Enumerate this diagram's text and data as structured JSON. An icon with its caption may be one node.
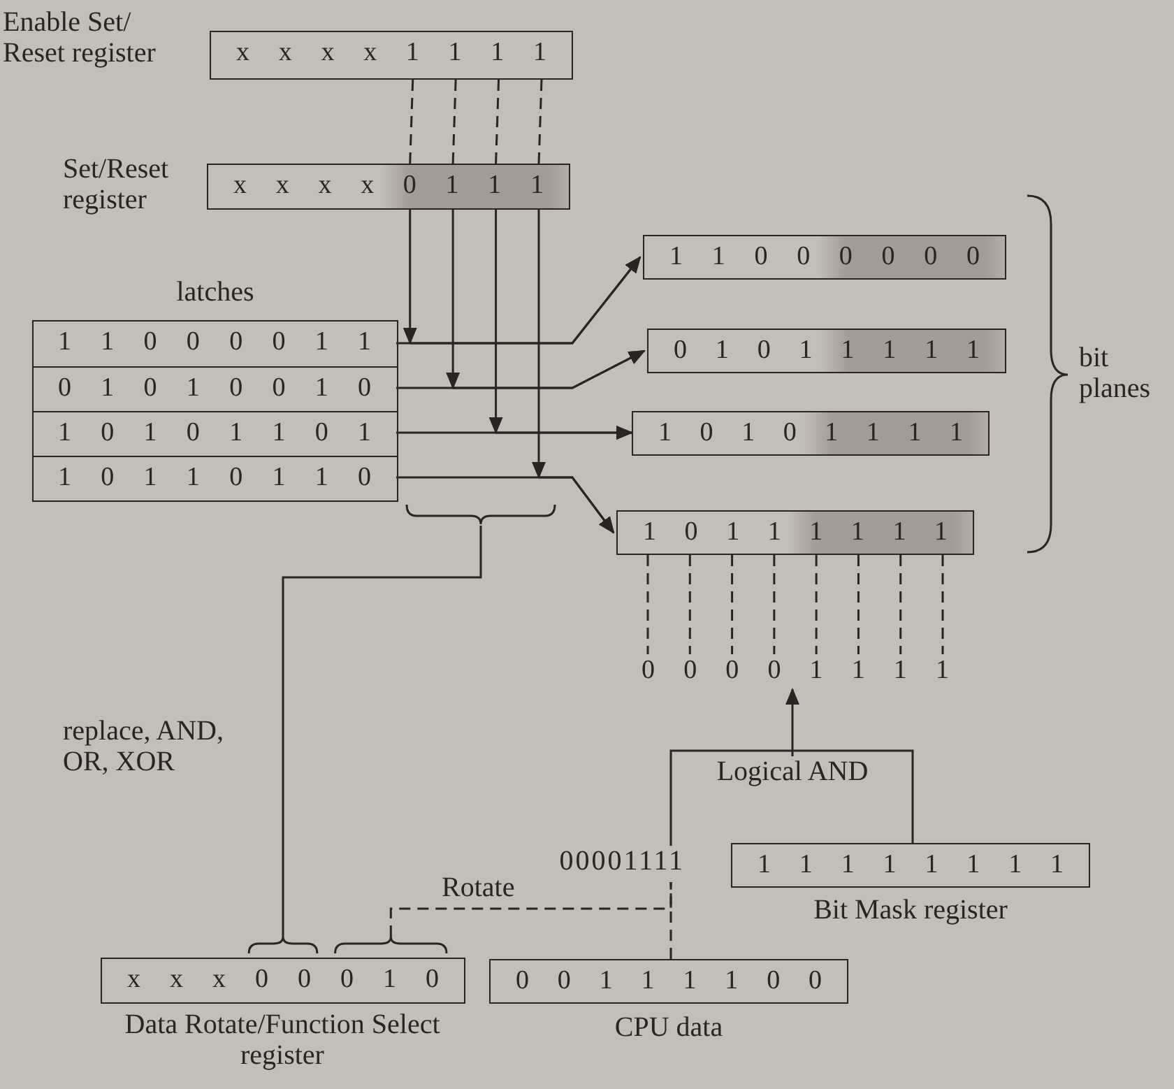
{
  "diagram": {
    "nodes": [
      {
        "text": [
          "Enable Set/ Reset register",
          "x x x x 1 1 1 1"
        ]
      },
      {
        "text": [
          "Set/Reset register",
          "x x x x 0 1 1 1"
        ]
      },
      {
        "text": [
          "latches"
        ]
      },
      {
        "text": [
          "1 1 0 0 0 0 1 1"
        ],
        "in": 2
      },
      {
        "text": [
          "0 1 0 1 0 0 1 0"
        ],
        "in": 2
      },
      {
        "text": [
          "1 0 1 0 1 1 0 1"
        ],
        "in": 2
      },
      {
        "text": [
          "1 0 1 1 0 1 1 0"
        ],
        "in": 2
      },
      {
        "text": [
          "1 1 0 0 0 0 0 0"
        ]
      },
      {
        "text": [
          "0 1 0 1 1 1 1 1"
        ]
      },
      {
        "text": [
          "1 0 1 0 1 1 1 1"
        ]
      },
      {
        "text": [
          "1 0 1 1 1 1 1 1"
        ]
      },
      {
        "text": [
          "0 0 0 0 1 1 1 1"
        ]
      },
      {
        "text": [
          "Logical AND"
        ]
      },
      {
        "text": [
          "00001111"
        ]
      },
      {
        "text": [
          "1 1 1 1 1 1 1 1",
          "Bit Mask register"
        ]
      },
      {
        "text": [
          "x x x 0 0 0 1 0",
          "Data Rotate/Function Select register"
        ]
      },
      {
        "text": [
          "0 0 1 1 1 1 0 0",
          "CPU data"
        ]
      },
      {
        "text": [],
        "shape": "brace"
      }
    ],
    "edges": [
      {
        "from": 0,
        "to": 1,
        "arrow": "none",
        "style": "dashed"
      },
      {
        "from": 0,
        "to": 1,
        "arrow": "none",
        "style": "dashed"
      },
      {
        "from": 0,
        "to": 1,
        "arrow": "none",
        "style": "dashed"
      },
      {
        "from": 0,
        "to": 1,
        "arrow": "none",
        "style": "dashed"
      },
      {
        "from": 3,
        "to": 7,
        "arrow": "to"
      },
      {
        "from": 4,
        "to": 8,
        "arrow": "to"
      },
      {
        "from": 5,
        "to": 9,
        "arrow": "to"
      },
      {
        "from": 6,
        "to": 10,
        "arrow": "to"
      },
      {
        "from": 1,
        "to": 7,
        "arrow": "to"
      },
      {
        "from": 1,
        "to": 8,
        "arrow": "to"
      },
      {
        "from": 1,
        "to": 9,
        "arrow": "to"
      },
      {
        "from": 1,
        "to": 10,
        "arrow": "to"
      },
      {
        "from": 15,
        "to": 17,
        "arrow": "none",
        "label": "replace, AND, OR, XOR"
      },
      {
        "from": 15,
        "to": 13,
        "arrow": "none",
        "style": "dashed",
        "label": "Rotate"
      },
      {
        "from": 16,
        "to": 13,
        "arrow": "none",
        "style": "dashed"
      },
      {
        "from": 13,
        "to": 12,
        "arrow": "none"
      },
      {
        "from": 14,
        "to": 12,
        "arrow": "none"
      },
      {
        "from": 12,
        "to": 11,
        "arrow": "to"
      },
      {
        "from": 10,
        "to": 11,
        "arrow": "none",
        "style": "dashed"
      },
      {
        "from": 10,
        "to": 11,
        "arrow": "none",
        "style": "dashed"
      },
      {
        "from": 10,
        "to": 11,
        "arrow": "none",
        "style": "dashed"
      },
      {
        "from": 10,
        "to": 11,
        "arrow": "none",
        "style": "dashed"
      },
      {
        "from": 10,
        "to": 11,
        "arrow": "none",
        "style": "dashed"
      },
      {
        "from": 10,
        "to": 11,
        "arrow": "none",
        "style": "dashed"
      },
      {
        "from": 10,
        "to": 11,
        "arrow": "none",
        "style": "dashed"
      },
      {
        "from": 10,
        "to": 11,
        "arrow": "none",
        "style": "dashed"
      }
    ],
    "labels": [
      "bit planes"
    ]
  }
}
